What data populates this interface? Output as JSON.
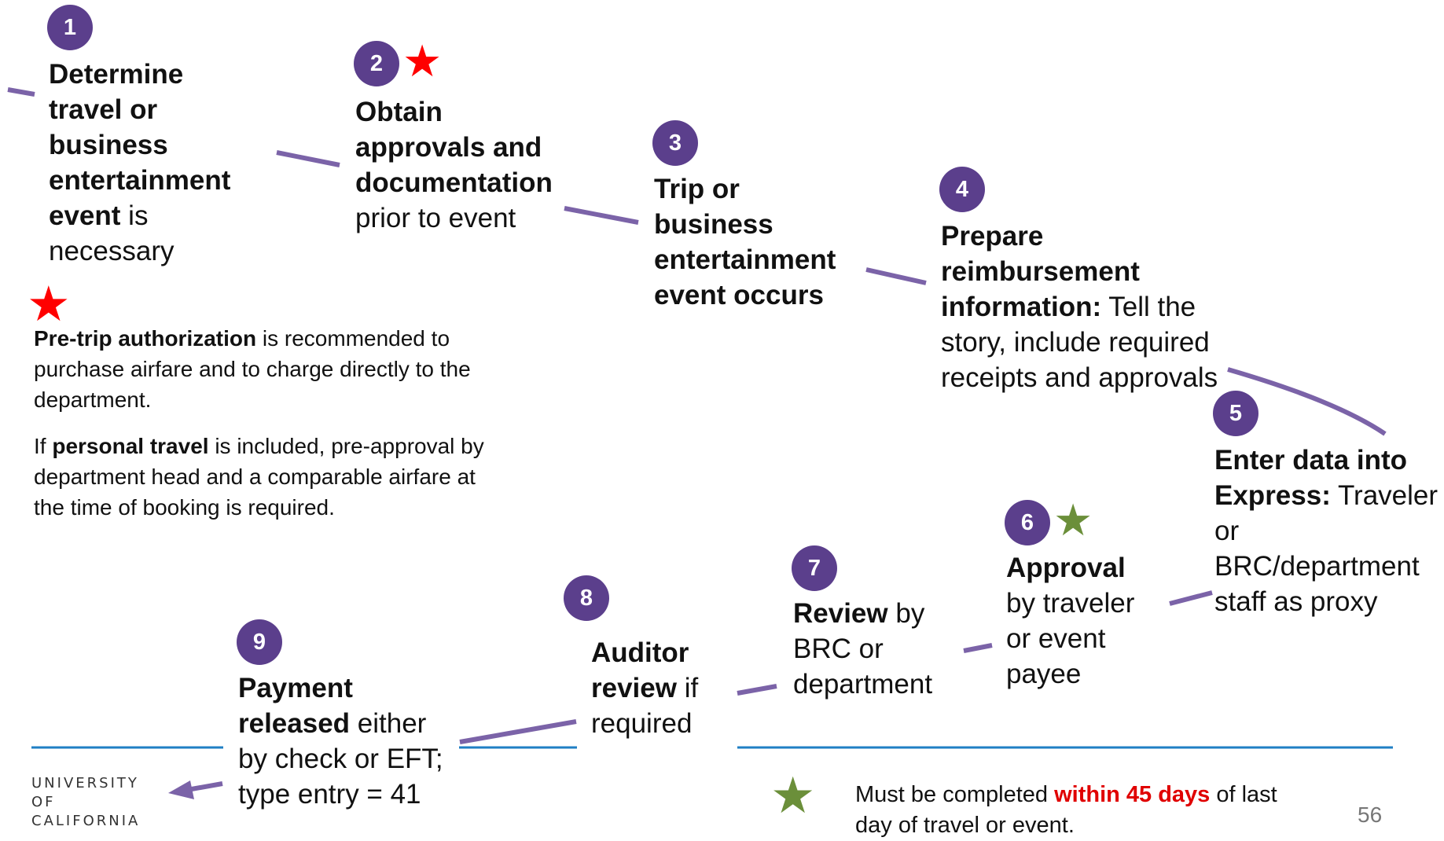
{
  "colors": {
    "badge": "#5b3f8c",
    "connector": "#7b63a8",
    "footer_rule": "#1f7fc4",
    "required_star": "#ff0000",
    "deadline_star": "#6b8f3a",
    "deadline_text": "#e00000"
  },
  "steps": [
    {
      "number": "1",
      "bold": "Determine travel or business entertainment event",
      "text": " is necessary"
    },
    {
      "number": "2",
      "bold": "Obtain approvals and documentatio",
      "bold2": "n",
      "text": " prior to event"
    },
    {
      "number": "3",
      "bold": "Trip or business entertainment event occurs",
      "text": ""
    },
    {
      "number": "4",
      "bold": "Prepare reimbursement information:",
      "text": " Tell the story, include required receipts and approvals"
    },
    {
      "number": "5",
      "bold": "Enter data into Express:",
      "text": " Traveler or BRC/department staff as proxy"
    },
    {
      "number": "6",
      "bold": "Approval",
      "text": " by traveler or event payee"
    },
    {
      "number": "7",
      "bold": "Review",
      "text": " by BRC or department"
    },
    {
      "number": "8",
      "bold": "Auditor review",
      "text": " if required"
    },
    {
      "number": "9",
      "bold": "Payment released",
      "text": " either by check or EFT; type entry = 41"
    }
  ],
  "notes": {
    "pretrip_bold": "Pre-trip authorization",
    "pretrip_text": " is recommended to purchase airfare and to charge directly to the department.",
    "personal_prefix": "If ",
    "personal_bold": "personal travel",
    "personal_text": " is included, pre-approval by department head and a comparable airfare at the time of booking is required."
  },
  "legend": {
    "prefix": "Must be completed ",
    "emphasis": "within 45 days",
    "suffix": " of last day of travel or event."
  },
  "logo": {
    "line1": "UNIVERSITY",
    "line2": "OF",
    "line3": "CALIFORNIA"
  },
  "page_number": "56",
  "icons": {
    "required": "red-star-icon",
    "deadline": "green-star-icon"
  }
}
